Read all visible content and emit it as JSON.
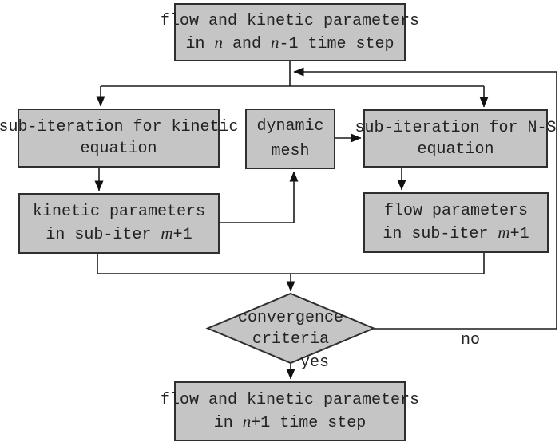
{
  "colors": {
    "background": "#ffffff",
    "node_fill": "#c5c5c5",
    "node_border": "#2f2f2f",
    "connector": "#1c1c1c",
    "text": "#222222"
  },
  "nodes": {
    "top": {
      "line1": "flow and kinetic parameters",
      "l2a": "in ",
      "l2b": "n",
      "l2c": " and ",
      "l2d": "n",
      "l2e": "-1 time step"
    },
    "sub_kinetic": {
      "line1": "sub-iteration for kinetic",
      "line2": "equation"
    },
    "dynamic_mesh": {
      "line1": "dynamic",
      "line2": "mesh"
    },
    "sub_ns": {
      "line1": "sub-iteration for N-S",
      "line2": "equation"
    },
    "kinetic_params": {
      "line1": "kinetic parameters",
      "l2a": "in sub-iter ",
      "l2b": "m",
      "l2c": "+1"
    },
    "flow_params": {
      "line1": "flow parameters",
      "l2a": "in sub-iter ",
      "l2b": "m",
      "l2c": "+1"
    },
    "decision": {
      "line1": "convergence",
      "line2": "criteria"
    },
    "result": {
      "line1": "flow and kinetic parameters",
      "l2a": "in ",
      "l2b": "n",
      "l2c": "+1 time step"
    }
  },
  "labels": {
    "yes": "yes",
    "no": "no"
  }
}
